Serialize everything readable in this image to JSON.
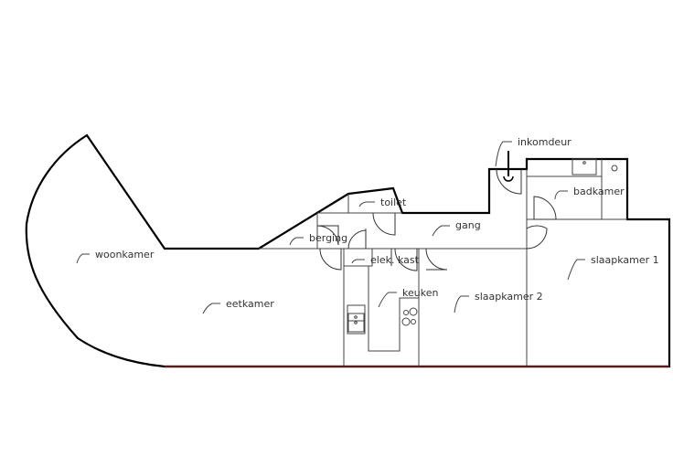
{
  "title": "Floor plan",
  "rooms": {
    "inkomdeur": "inkomdeur",
    "badkamer": "badkamer",
    "toilet": "toilet",
    "gang": "gang",
    "berging": "berging",
    "elek_kast": "elek. kast",
    "slaapkamer1": "slaapkamer 1",
    "keuken": "keuken",
    "slaapkamer2": "slaapkamer 2",
    "woonkamer": "woonkamer",
    "eetkamer": "eetkamer"
  }
}
